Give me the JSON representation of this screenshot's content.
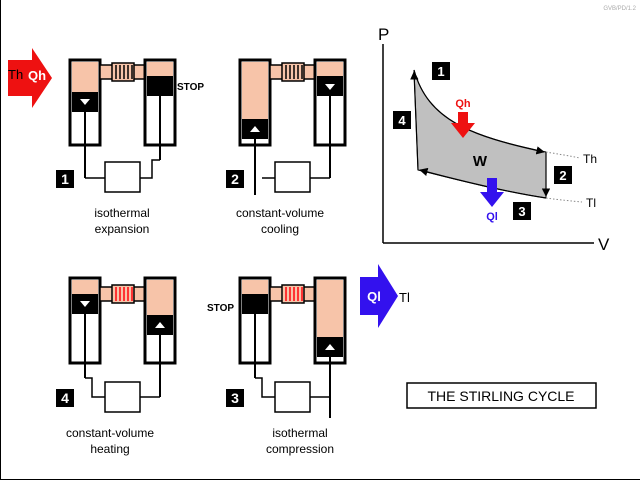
{
  "credit": "GVB/PD/1.2",
  "title_box": "THE STIRLING CYCLE",
  "colors": {
    "hot_gas": "#f7c4a9",
    "heat_in": "#ee1111",
    "heat_out": "#3311ee",
    "regenerator_hot": "#ff3333",
    "pv_fill": "#c0c0c0"
  },
  "top_left": {
    "reservoir_label": "Th",
    "heat_arrow_label": "Qh",
    "stop_label": "STOP",
    "step_number": "1",
    "caption_line1": "isothermal",
    "caption_line2": "expansion"
  },
  "top_middle": {
    "step_number": "2",
    "caption_line1": "constant-volume",
    "caption_line2": "cooling"
  },
  "bottom_left": {
    "step_number": "4",
    "caption_line1": "constant-volume",
    "caption_line2": "heating"
  },
  "bottom_middle": {
    "stop_label": "STOP",
    "step_number": "3",
    "caption_line1": "isothermal",
    "caption_line2": "compression",
    "heat_arrow_label": "Ql",
    "reservoir_label": "Tl"
  },
  "pv_diagram": {
    "axis_y": "P",
    "axis_x": "V",
    "work_label": "W",
    "heat_in_label": "Qh",
    "heat_out_label": "Ql",
    "isotherm_hot": "Th",
    "isotherm_cold": "Tl",
    "corner_labels": [
      "1",
      "2",
      "3",
      "4"
    ]
  }
}
